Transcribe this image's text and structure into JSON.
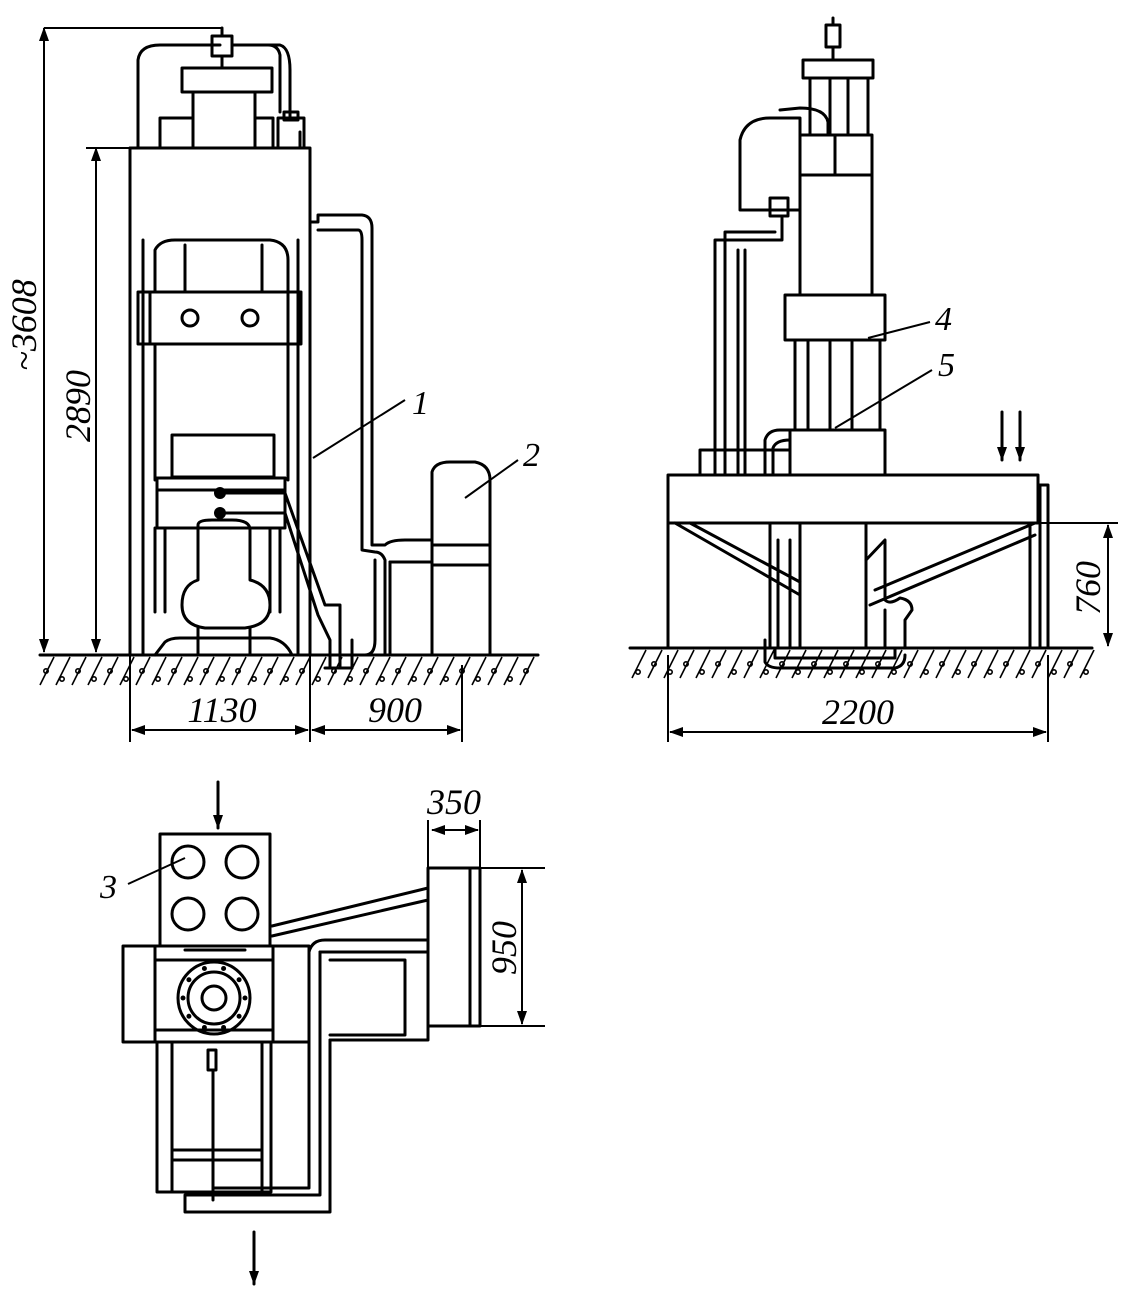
{
  "dimensions": {
    "total_height": "~3608",
    "frame_height": "2890",
    "press_width": "1130",
    "tank_offset": "900",
    "table_height": "760",
    "table_width": "2200",
    "tank_depth": "350",
    "tank_width": "950"
  },
  "callouts": {
    "c1": "1",
    "c2": "2",
    "c3": "3",
    "c4": "4",
    "c5": "5"
  }
}
